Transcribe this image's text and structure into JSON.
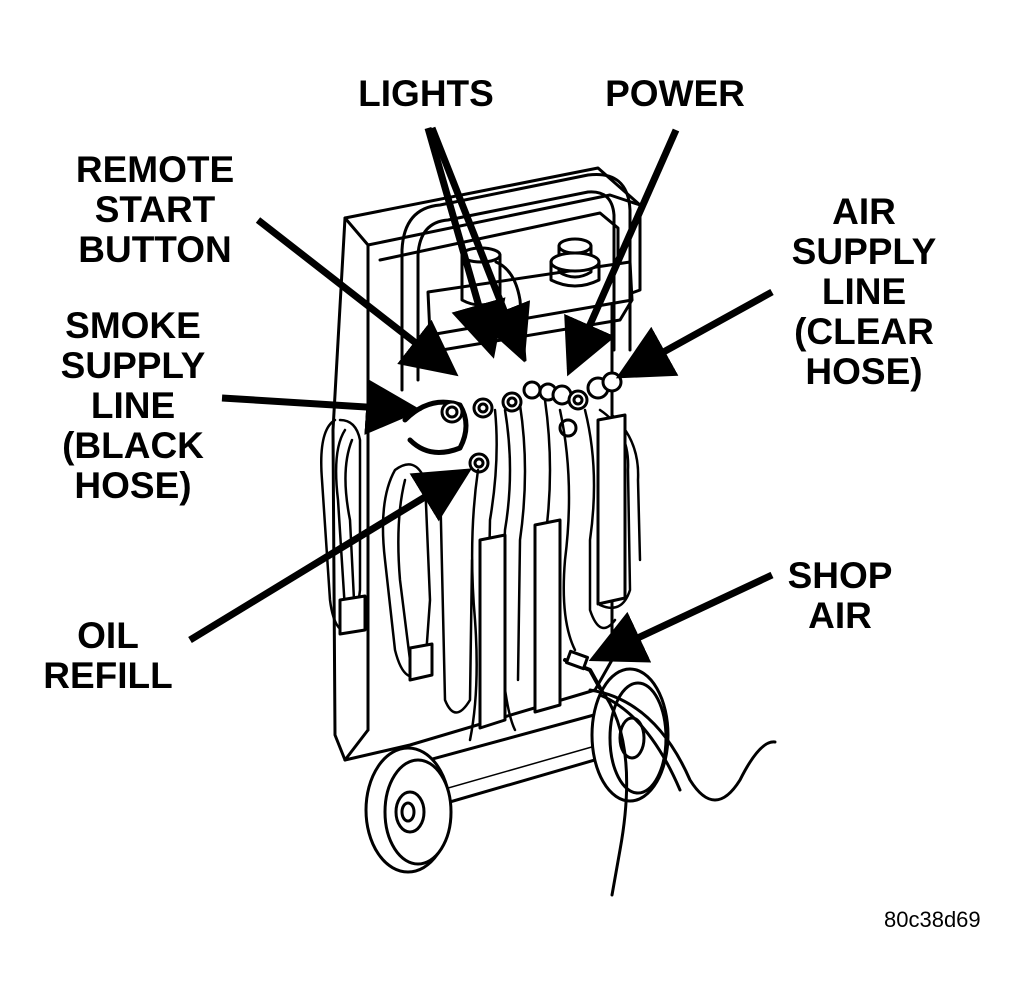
{
  "labels": {
    "lights": [
      "LIGHTS"
    ],
    "power": [
      "POWER"
    ],
    "remote_start": [
      "REMOTE",
      "START",
      "BUTTON"
    ],
    "air_supply": [
      "AIR",
      "SUPPLY",
      "LINE",
      "(CLEAR",
      "HOSE)"
    ],
    "smoke_supply": [
      "SMOKE",
      "SUPPLY",
      "LINE",
      "(BLACK",
      "HOSE)"
    ],
    "oil_refill": [
      "OIL",
      "REFILL"
    ],
    "shop_air": [
      "SHOP",
      "AIR"
    ]
  },
  "figure_id": "80c38d69",
  "colors": {
    "ink": "#000000",
    "paper": "#ffffff"
  }
}
